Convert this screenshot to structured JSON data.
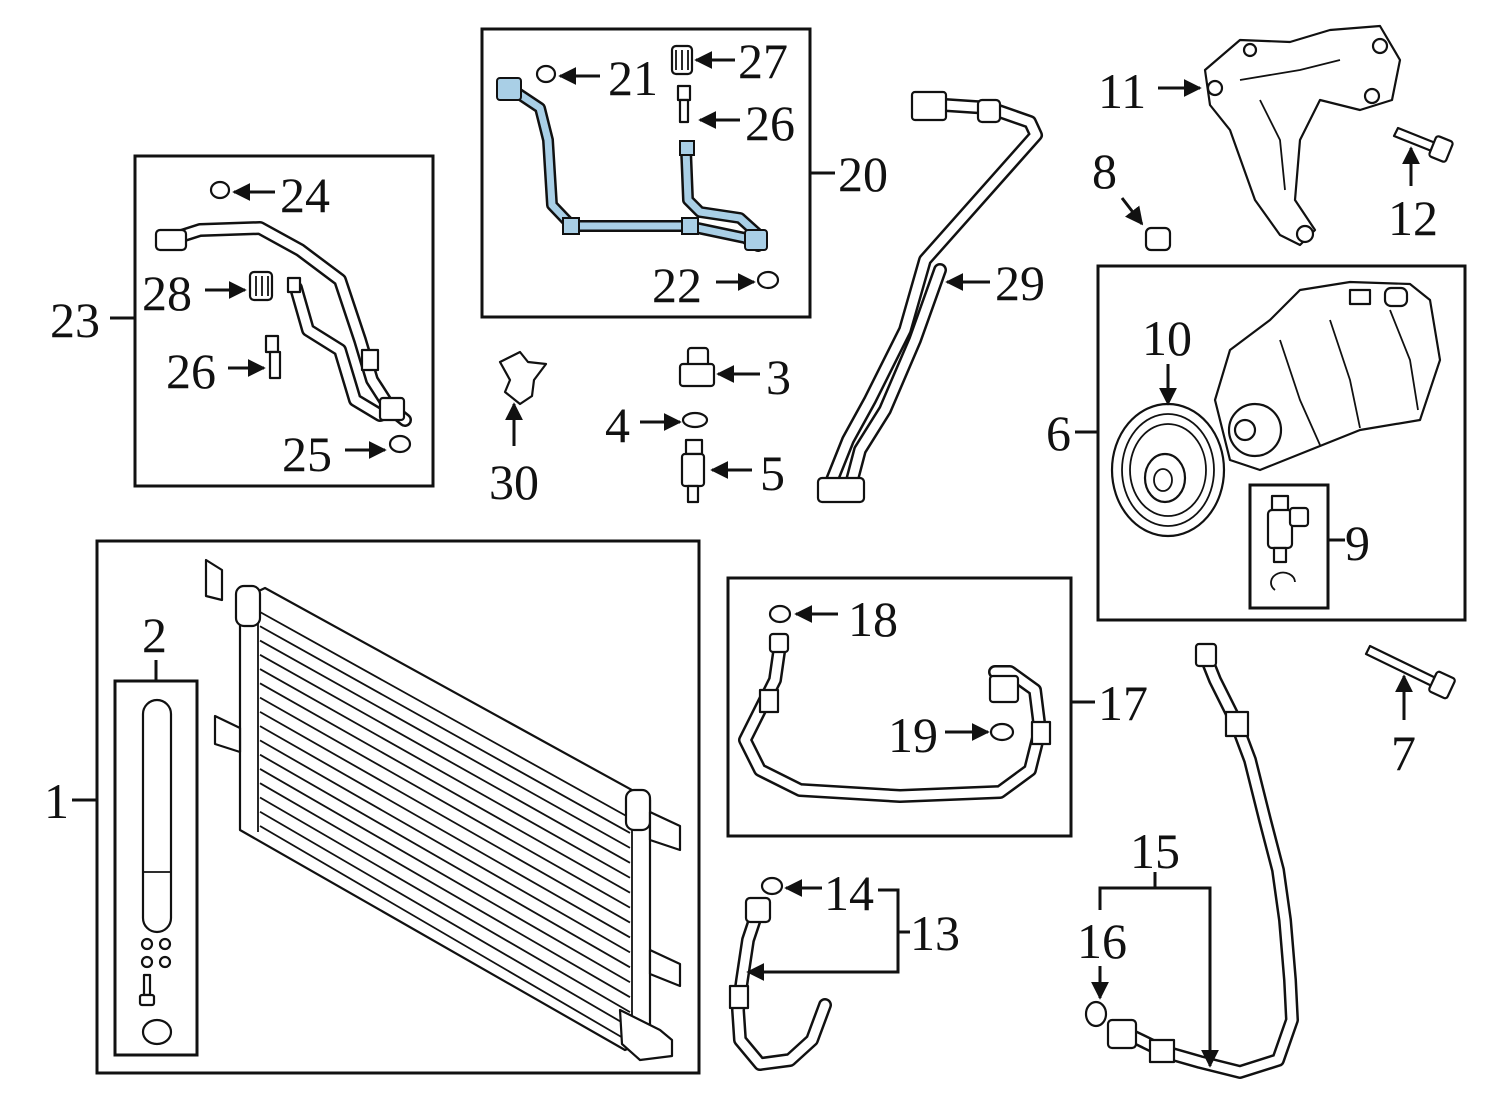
{
  "colors": {
    "ink": "#111111",
    "background": "#ffffff",
    "highlight": "#a9cfe6"
  },
  "callouts": {
    "c1": "1",
    "c2": "2",
    "c3": "3",
    "c4": "4",
    "c5": "5",
    "c6": "6",
    "c7": "7",
    "c8": "8",
    "c9": "9",
    "c10": "10",
    "c11": "11",
    "c12": "12",
    "c13": "13",
    "c14": "14",
    "c15": "15",
    "c16": "16",
    "c17": "17",
    "c18": "18",
    "c19": "19",
    "c20": "20",
    "c21": "21",
    "c22": "22",
    "c23": "23",
    "c24": "24",
    "c25": "25",
    "c26a": "26",
    "c26b": "26",
    "c27": "27",
    "c28": "28",
    "c29": "29",
    "c30": "30"
  },
  "highlighted_part": "20"
}
